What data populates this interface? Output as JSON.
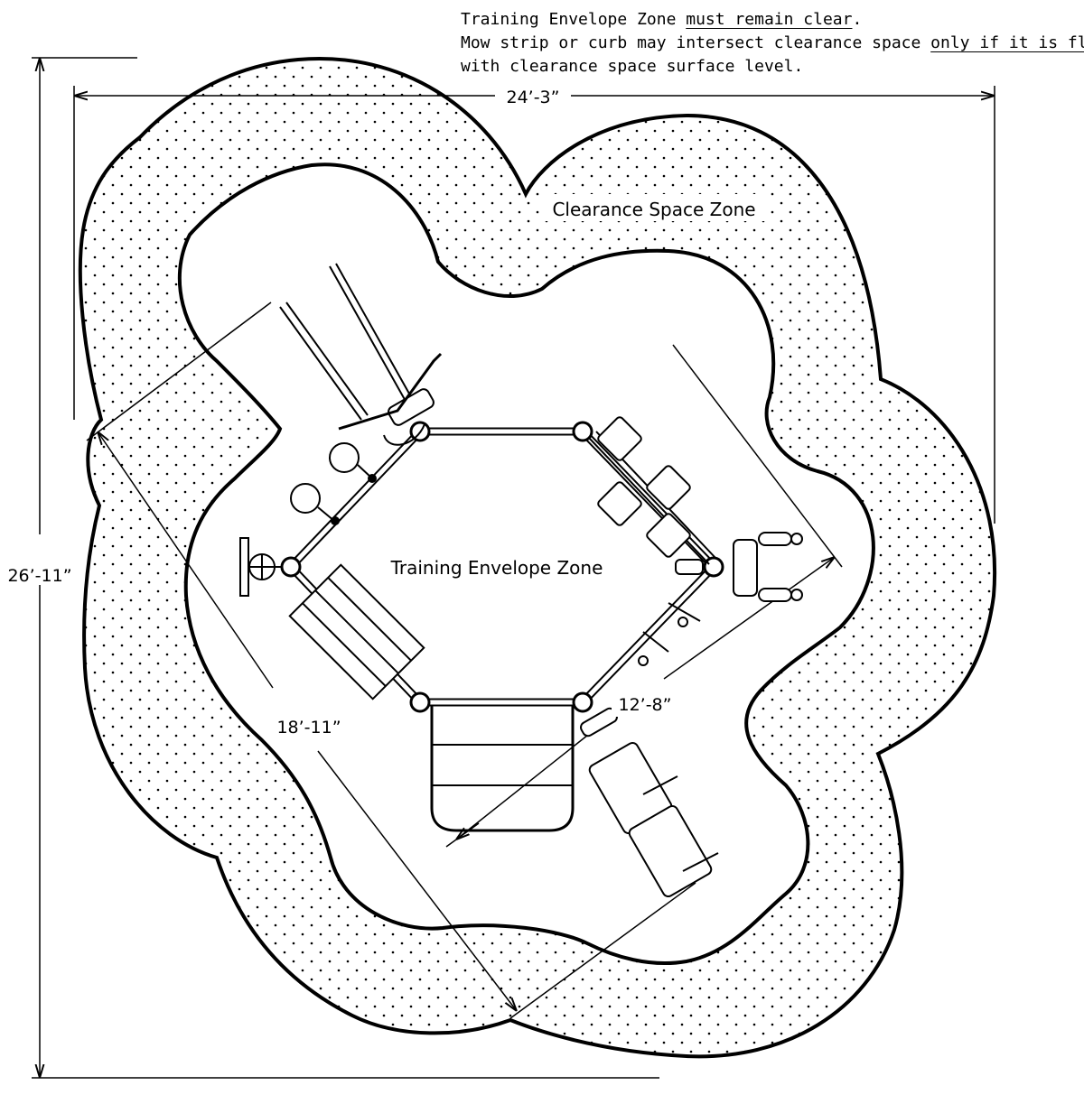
{
  "notes": {
    "line1_a": "Training Envelope Zone ",
    "line1_u": "must remain clear",
    "line1_b": ".",
    "line2_a": "Mow strip or curb may intersect clearance space ",
    "line2_u": "only if it is flush",
    "line3": "with clearance space surface level."
  },
  "zones": {
    "clearance_label": "Clearance Space Zone",
    "envelope_label": "Training Envelope Zone"
  },
  "dimensions": {
    "overall_width": "24’-3”",
    "overall_height": "26’-11”",
    "diagonal_long": "18’-11”",
    "diagonal_short": "12’-8”"
  },
  "colors": {
    "line": "#000000",
    "fill": "#ffffff",
    "dot": "#000000"
  }
}
